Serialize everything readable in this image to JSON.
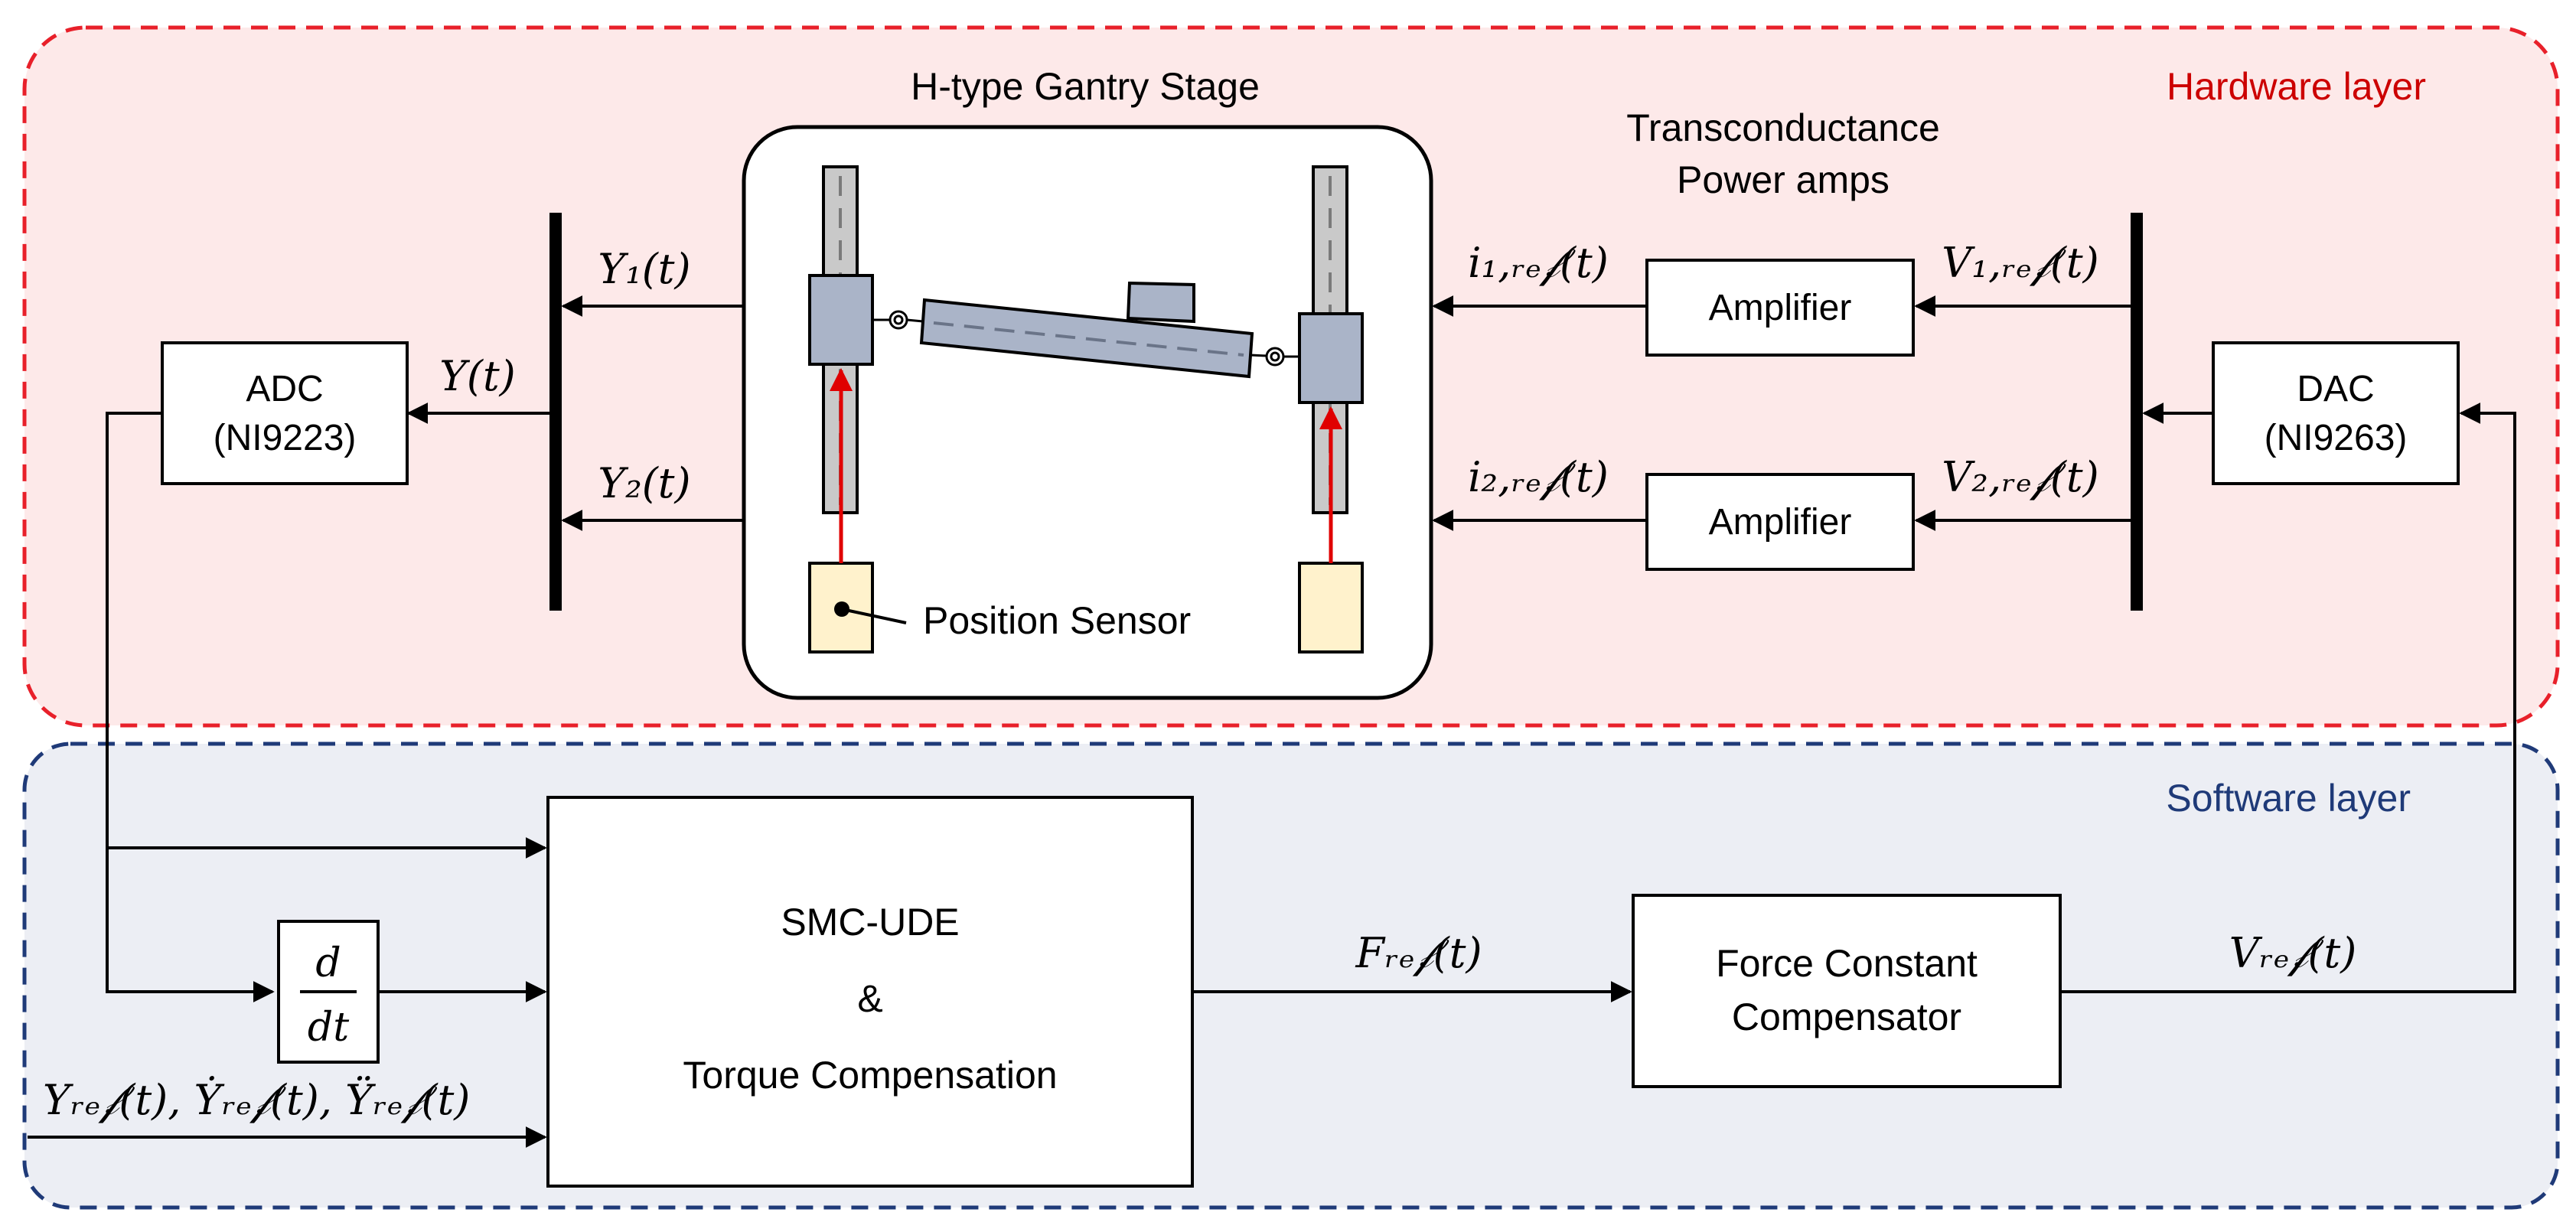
{
  "colors": {
    "hardware_border": "#e8202a",
    "hardware_fill": "#fde9e9",
    "software_border": "#1f3a78",
    "software_fill": "#eceef4",
    "hardware_label": "#cc0000",
    "software_label": "#1f3a78",
    "rail": "#c9c9c9",
    "carriage": "#aab4c8",
    "sensor": "#fff2cc",
    "sensor_arrow": "#e00000"
  },
  "layers": {
    "hardware": "Hardware layer",
    "software": "Software layer"
  },
  "gantry": {
    "title": "H-type Gantry Stage",
    "sensor_label": "Position Sensor"
  },
  "amps": {
    "title_line1": "Transconductance",
    "title_line2": "Power amps",
    "block1": "Amplifier",
    "block2": "Amplifier"
  },
  "adc": {
    "line1": "ADC",
    "line2": "(NI9223)"
  },
  "dac": {
    "line1": "DAC",
    "line2": "(NI9263)"
  },
  "controller": {
    "line1": "SMC-UDE",
    "line2": "&",
    "line3": "Torque Compensation"
  },
  "compensator": {
    "line1": "Force Constant",
    "line2": "Compensator"
  },
  "derivative": {
    "numerator": "d",
    "denominator": "dt"
  },
  "signals": {
    "y1": "Y₁(t)",
    "y2": "Y₂(t)",
    "y": "Y(t)",
    "i1": "i₁,ᵣₑ𝒻(t)",
    "i2": "i₂,ᵣₑ𝒻(t)",
    "v1": "V₁,ᵣₑ𝒻(t)",
    "v2": "V₂,ᵣₑ𝒻(t)",
    "f_ref": "Fᵣₑ𝒻(t)",
    "v_ref": "Vᵣₑ𝒻(t)",
    "y_ref": "Yᵣₑ𝒻(t), Ẏᵣₑ𝒻(t), Ÿᵣₑ𝒻(t)"
  }
}
